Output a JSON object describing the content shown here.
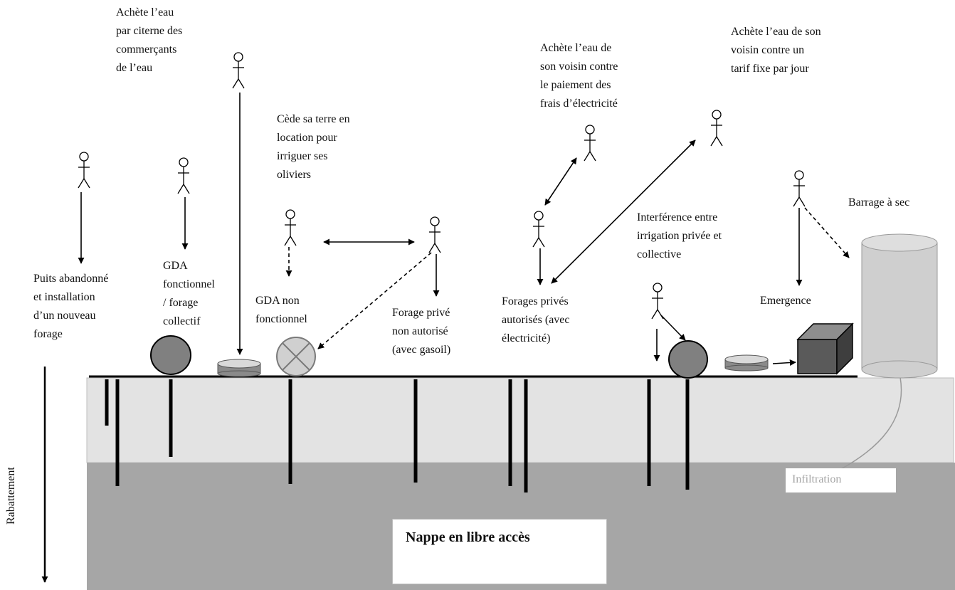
{
  "labels": {
    "buys_tanker": "Achète l’eau\npar citerne des\ncommerçants\nde l’eau",
    "cedes_land": "Cède sa terre en\nlocation pour\nirriguer ses\noliviers",
    "buys_neighbor_electricity": "Achète l’eau de\nson voisin contre\nle paiement des\nfrais d’électricité",
    "buys_neighbor_fixed": "Achète l’eau de son\nvoisin contre un\ntarif fixe par jour",
    "dry_dam": "Barrage à sec",
    "interference": "Interférence entre\nirrigation privée et\ncollective",
    "abandoned_well": "Puits abandonné\net installation\nd’un nouveau\nforage",
    "gda_functional": "GDA\nfonctionnel\n/ forage\ncollectif",
    "gda_nonfunctional": "GDA non\nfonctionnel",
    "private_unauthorized": "Forage privé\nnon autorisé\n(avec gasoil)",
    "private_authorized": "Forages privés\nautorisés (avec\nélectricité)",
    "emergence": "Emergence",
    "infiltration": "Infiltration",
    "aquifer": "Nappe en libre accès",
    "drawdown": "Rabattement"
  },
  "colors": {
    "upper_layer": "#e3e3e3",
    "aquifer": "#a6a6a6",
    "functional_station": "#808080",
    "nonfunctional_station": "#d0d0d0",
    "basin_top": "#d9d9d9",
    "basin_side": "#8a8a8a",
    "emergence_box": "#5a5a5a",
    "dam": "#cfcfcf",
    "ink": "#000000"
  },
  "icons": [
    "stick-figure-icon",
    "pumping-station-icon",
    "storage-basin-icon",
    "emergence-box-icon",
    "dam-cylinder-icon"
  ]
}
